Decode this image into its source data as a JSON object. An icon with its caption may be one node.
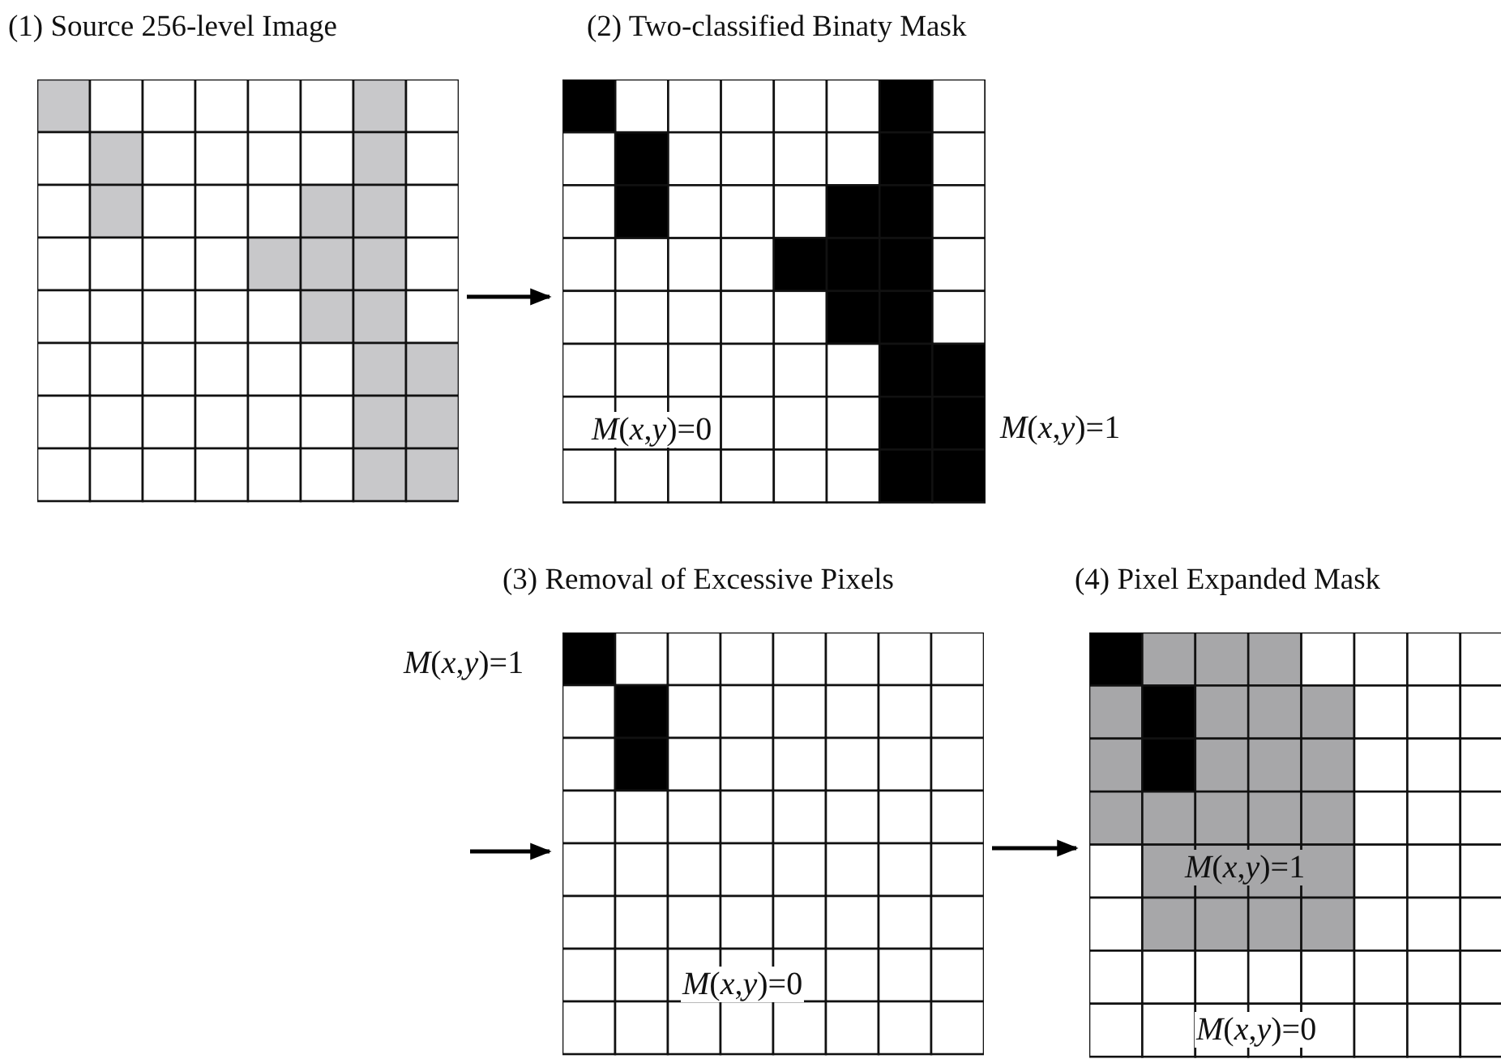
{
  "diagram": {
    "nodes": [
      {
        "text": [
          "(1) Source 256-level Image"
        ]
      },
      {
        "text": [
          "(2) Two-classified Binaty Mask",
          "*M*(*x*,*y*)=0"
        ],
        "beside": [
          "*M*(*x*,*y*)=1"
        ]
      },
      {
        "text": [
          "(3) Removal of Excessive Pixels",
          "*M*(*x*,*y*)=0"
        ],
        "beside": [
          "*M*(*x*,*y*)=1"
        ]
      },
      {
        "text": [
          "(4) Pixel Expanded Mask",
          "*M*(*x*,*y*)=1",
          "*M*(*x*,*y*)=0"
        ]
      }
    ],
    "edges": [
      {
        "from": 0,
        "to": 1,
        "arrow": "to"
      },
      {
        "from": null,
        "to": 2,
        "arrow": "to"
      },
      {
        "from": 2,
        "to": 3,
        "arrow": "to"
      }
    ]
  }
}
